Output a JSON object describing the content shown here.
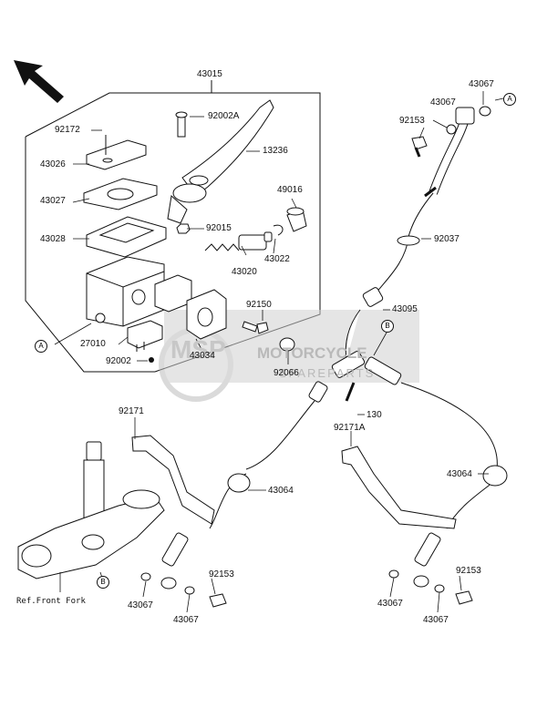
{
  "watermark": {
    "line1": "MOTORCYCLE",
    "line2": "SPAREPARTS",
    "logo": "MSP"
  },
  "labels": {
    "p43015": "43015",
    "p92172": "92172",
    "p92002A": "92002A",
    "p13236": "13236",
    "p43026": "43026",
    "p43027": "43027",
    "p43028": "43028",
    "p92015": "92015",
    "p49016": "49016",
    "p43020": "43020",
    "p43022": "43022",
    "p92150": "92150",
    "p27010": "27010",
    "p43034": "43034",
    "p92002": "92002",
    "p92066": "92066",
    "p92153_top": "92153",
    "p43067_top1": "43067",
    "p43067_top2": "43067",
    "p92037": "92037",
    "p43095": "43095",
    "p130": "130",
    "p92171": "92171",
    "p92171A": "92171A",
    "p43064_left": "43064",
    "p43064_right": "43064",
    "p92153_left": "92153",
    "p92153_right": "92153",
    "p43067_l1": "43067",
    "p43067_l2": "43067",
    "p43067_r1": "43067",
    "p43067_r2": "43067",
    "ref_front_fork": "Ref.Front Fork"
  },
  "callouts": {
    "a1": "A",
    "a2": "A",
    "b1": "B",
    "b2": "B"
  },
  "icons": {
    "front_arrow": "direction-arrow-icon"
  }
}
